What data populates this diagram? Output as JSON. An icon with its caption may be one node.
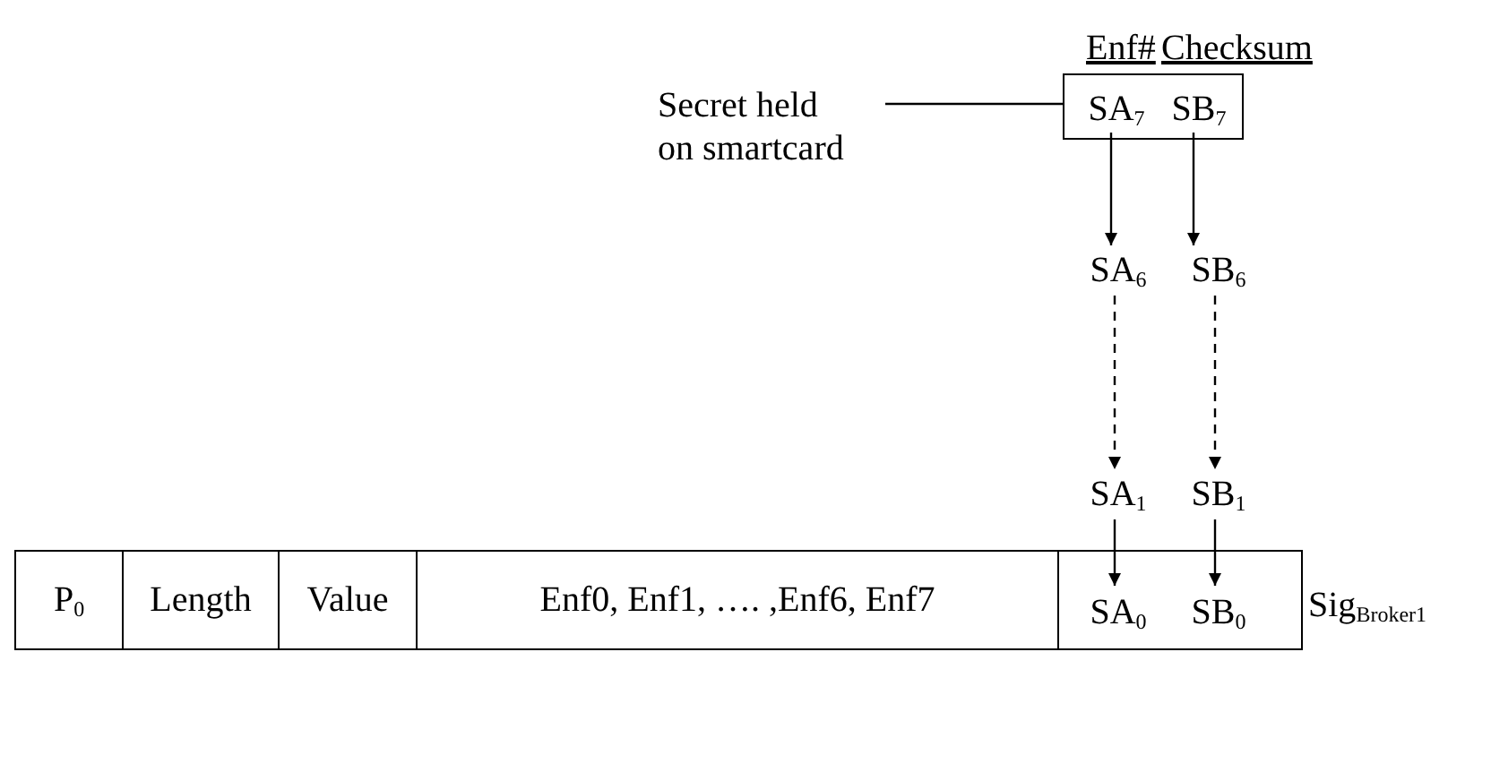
{
  "diagram": {
    "nodes": [
      {
        "text": [],
        "shape": "box"
      },
      {
        "text": [
          "SA$_{7}$"
        ],
        "in": 0
      },
      {
        "text": [
          "SB$_{7}$"
        ],
        "in": 0
      },
      {
        "text": [
          "Secret held on smartcard"
        ]
      },
      {
        "text": [
          "SA$_{6}$"
        ]
      },
      {
        "text": [
          "SB$_{6}$"
        ]
      },
      {
        "text": [
          "SA$_{1}$"
        ]
      },
      {
        "text": [
          "SB$_{1}$"
        ]
      },
      {
        "text": [
          "P$_{0}$"
        ]
      },
      {
        "text": [
          "Length"
        ]
      },
      {
        "text": [
          "Value"
        ]
      },
      {
        "text": [
          "Enf0, Enf1, …. ,Enf6, Enf7"
        ]
      },
      {
        "text": [],
        "shape": "box"
      },
      {
        "text": [
          "SA$_{0}$"
        ],
        "in": 12
      },
      {
        "text": [
          "SB$_{0}$"
        ],
        "in": 12
      }
    ],
    "edges": [
      {
        "from": 3,
        "to": 0,
        "arrow": "none"
      },
      {
        "from": 1,
        "to": 4,
        "arrow": "to"
      },
      {
        "from": 2,
        "to": 5,
        "arrow": "to"
      },
      {
        "from": 4,
        "to": 6,
        "arrow": "to",
        "style": "dashed"
      },
      {
        "from": 5,
        "to": 7,
        "arrow": "to",
        "style": "dashed"
      },
      {
        "from": 6,
        "to": 13,
        "arrow": "to"
      },
      {
        "from": 7,
        "to": 14,
        "arrow": "to"
      }
    ],
    "labels": [
      "Enf#",
      "Checksum",
      "Sig$_{Broker1}$"
    ]
  }
}
